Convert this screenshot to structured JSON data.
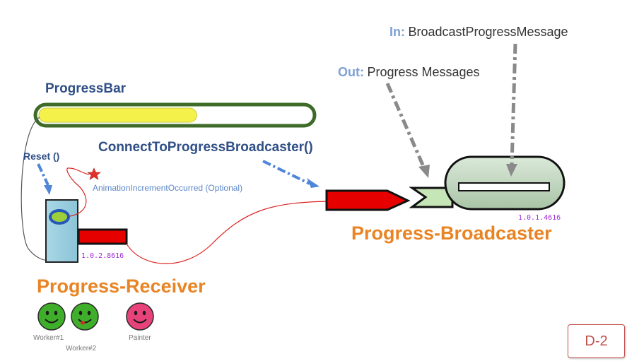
{
  "progress_bar": {
    "label": "ProgressBar",
    "fill_fraction": 0.58
  },
  "receiver": {
    "reset_label": "Reset ()",
    "event_label": "AnimationIncrementOccurred (Optional)",
    "version": "1.0.2.8616",
    "title": "Progress-Receiver"
  },
  "connect_label": "ConnectToProgressBroadcaster()",
  "broadcaster": {
    "in_key": "In:",
    "in_value": "BroadcastProgressMessage",
    "out_key": "Out:",
    "out_value": "Progress Messages",
    "version": "1.0.1.4616",
    "title": "Progress-Broadcaster"
  },
  "workers": [
    {
      "label": "Worker#1",
      "color": "#3fae2a"
    },
    {
      "label": "Worker#2",
      "color": "#3fae2a"
    },
    {
      "label": "Painter",
      "color": "#e8427a"
    }
  ],
  "slide_tag": "D-2",
  "colors": {
    "heading": "#2f4f86",
    "title_orange": "#e98424",
    "bar_fill": "#f4f24a",
    "bar_border": "#3e6b27",
    "connector_red": "#e60000",
    "broadcaster_body": "#c7dcc5",
    "version_purple": "#a02bd8"
  }
}
